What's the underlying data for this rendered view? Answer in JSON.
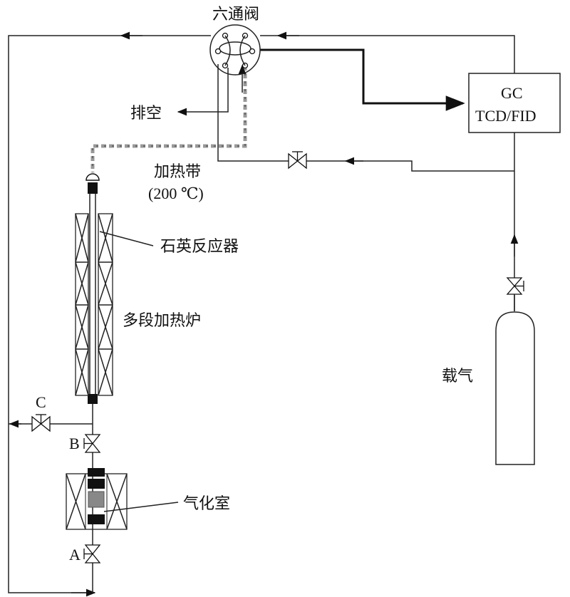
{
  "labels": {
    "six_way_valve": "六通阀",
    "gc_line1": "GC",
    "gc_line2": "TCD/FID",
    "vent": "排空",
    "heating_tape": "加热带",
    "heating_temp": "(200 ℃)",
    "quartz_reactor": "石英反应器",
    "multi_stage_furnace": "多段加热炉",
    "carrier_gas": "载气",
    "vaporization_chamber": "气化室",
    "valve_a": "A",
    "valve_b": "B",
    "valve_c": "C"
  },
  "colors": {
    "line": "#222222",
    "heating_tape": "#999999",
    "block_dark": "#111111",
    "block_gray": "#888888"
  }
}
